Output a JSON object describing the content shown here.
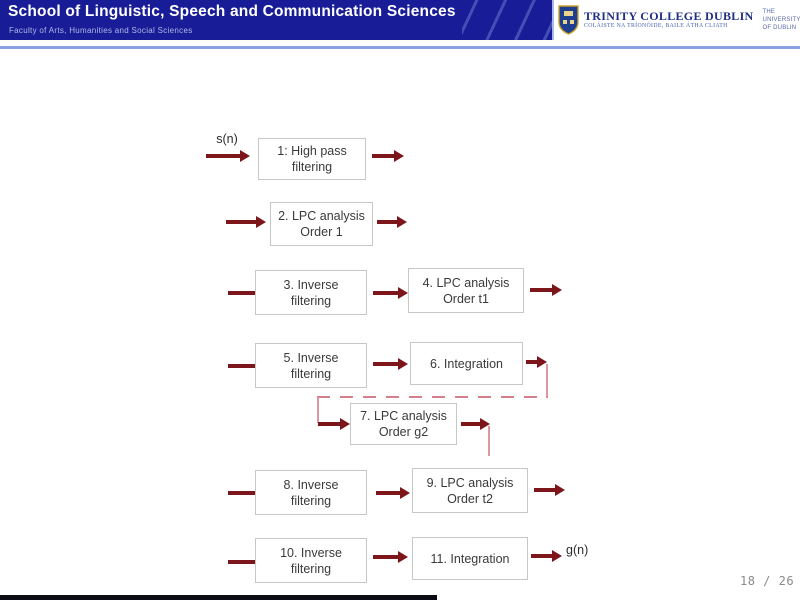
{
  "header": {
    "title": "School of Linguistic, Speech and Communication Sciences",
    "subtitle": "Faculty of Arts, Humanities and Social Sciences",
    "logo": {
      "name": "TRINITY COLLEGE DUBLIN",
      "name_irish": "COLÁISTE NA TRÍONÓIDE, BAILE ÁTHA CLIATH",
      "university": "THE UNIVERSITY OF DUBLIN"
    },
    "colors": {
      "navy": "#181c96",
      "rule_blue": "#8ba0e0"
    }
  },
  "diagram": {
    "input_label": "s(n)",
    "output_label": "g(n)",
    "boxes": [
      {
        "lines": [
          "1: High pass",
          "filtering"
        ]
      },
      {
        "lines": [
          "2. LPC analysis",
          "Order 1"
        ]
      },
      {
        "lines": [
          "3. Inverse",
          "filtering"
        ]
      },
      {
        "lines": [
          "4. LPC analysis",
          "Order t1"
        ]
      },
      {
        "lines": [
          "5. Inverse",
          "filtering"
        ]
      },
      {
        "lines": [
          "6. Integration"
        ]
      },
      {
        "lines": [
          "7. LPC analysis",
          "Order g2"
        ]
      },
      {
        "lines": [
          "8. Inverse",
          "filtering"
        ]
      },
      {
        "lines": [
          "9. LPC analysis",
          "Order t2"
        ]
      },
      {
        "lines": [
          "10. Inverse",
          "filtering"
        ]
      },
      {
        "lines": [
          "11. Integration"
        ]
      }
    ],
    "colors": {
      "arrow": "#7c161a",
      "feedback": "#dc98a2",
      "box_border": "#c5c9c5"
    }
  },
  "footer": {
    "page_number": "18 / 26"
  }
}
